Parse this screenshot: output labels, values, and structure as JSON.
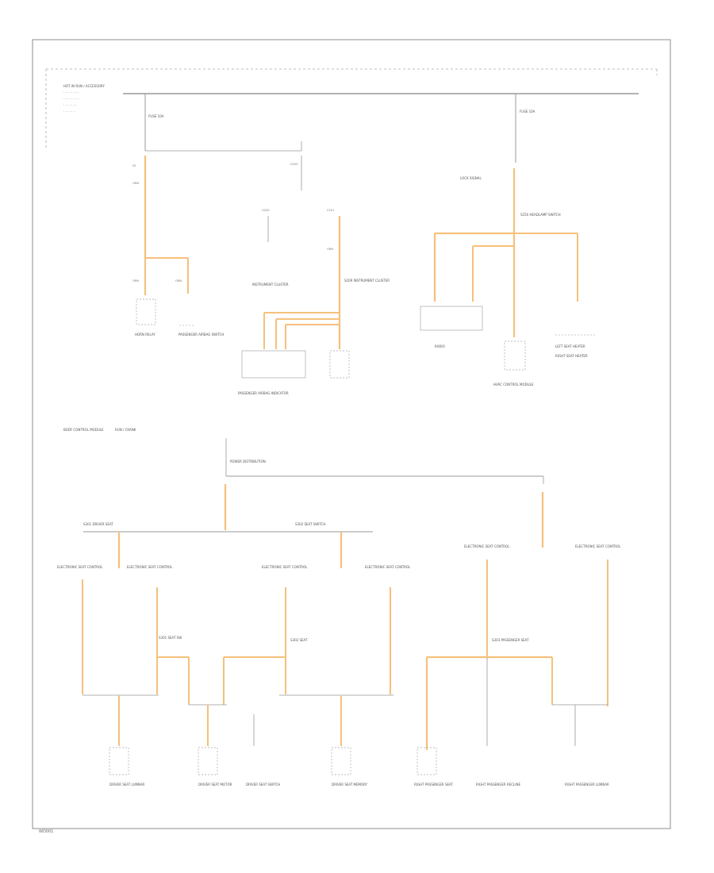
{
  "colors": {
    "wire_orange": "#f6c07c",
    "line_gray": "#9a9a9a",
    "frame": "#a0a0a0"
  },
  "top": {
    "source_label": "HOT IN RUN / ACCESSORY",
    "fuse_left": "FUSE 10A",
    "fuse_right": "FUSE 10A",
    "relay_label": "LOCK SIGNAL",
    "connector_left": "C201",
    "connector_mid": "G200",
    "connector_right": "C201",
    "splice_mid": "S209 INSTRUMENT CLUSTER",
    "splice_right": "S250 HEADLAMP SWITCH",
    "components": [
      "HORN RELAY",
      "PASSENGER AIRBAG SWITCH",
      "INSTRUMENT CLUSTER",
      "PASSENGER AIRBAG INDICATOR",
      "RADIO",
      "HVAC CONTROL MODULE",
      "LEFT SEAT HEATER",
      "RIGHT SEAT HEATER"
    ]
  },
  "bottom": {
    "source_label": "BODY CONTROL MODULE",
    "source_sub": "RUN / CRANK",
    "bus_label": "POWER DISTRIBUTION",
    "splice_left": "S301 DRIVER SEAT",
    "splice_mid": "S302 SEAT SWITCH",
    "splice_right": "S303 PASSENGER SEAT",
    "groups": [
      "ELECTRONIC SEAT CONTROL",
      "ELECTRONIC SEAT CONTROL",
      "ELECTRONIC SEAT CONTROL",
      "ELECTRONIC SEAT CONTROL",
      "ELECTRONIC SEAT CONTROL",
      "ELECTRONIC SEAT CONTROL"
    ],
    "components": [
      "DRIVER SEAT LUMBAR",
      "DRIVER SEAT MOTOR",
      "DRIVER SEAT SWITCH",
      "DRIVER SEAT MEMORY",
      "RIGHT PASSENGER SEAT",
      "RIGHT PASSENGER RECLINE",
      "RIGHT PASSENGER LUMBAR"
    ]
  },
  "footer": "WD001"
}
